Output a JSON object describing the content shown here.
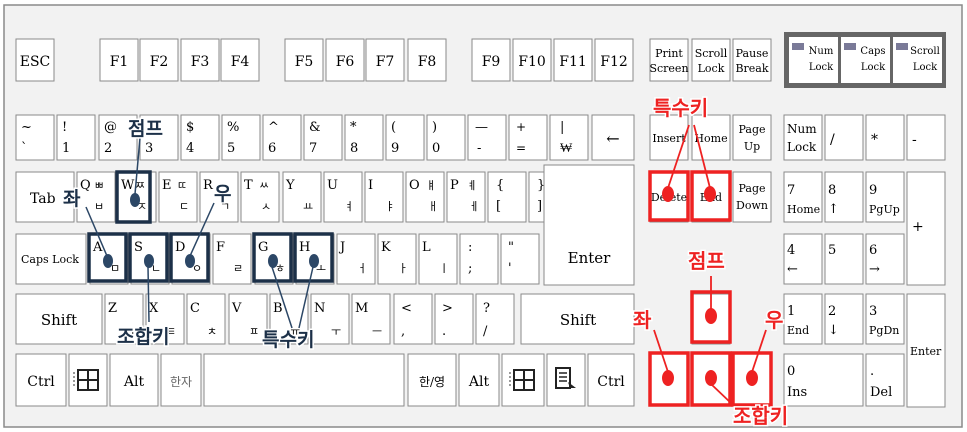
{
  "keys": {
    "esc": "ESC",
    "f1": "F1",
    "f2": "F2",
    "f3": "F3",
    "f4": "F4",
    "f5": "F5",
    "f6": "F6",
    "f7": "F7",
    "f8": "F8",
    "f9": "F9",
    "f10": "F10",
    "f11": "F11",
    "f12": "F12",
    "print_1": "Print",
    "print_2": "Screen",
    "scroll_1": "Scroll",
    "scroll_2": "Lock",
    "pause_1": "Pause",
    "pause_2": "Break",
    "tilde_top": "~",
    "tilde_bot": "`",
    "n1_top": "!",
    "n1_bot": "1",
    "n2_top": "@",
    "n2_bot": "2",
    "n3_bot": "3",
    "n4_top": "$",
    "n4_bot": "4",
    "n5_top": "%",
    "n5_bot": "5",
    "n6_top": "^",
    "n6_bot": "6",
    "n7_top": "&",
    "n7_bot": "7",
    "n8_top": "*",
    "n8_bot": "8",
    "n9_top": "(",
    "n9_bot": "9",
    "n0_top": ")",
    "n0_bot": "0",
    "minus_top": "—",
    "minus_bot": "-",
    "plus_top": "+",
    "plus_bot": "=",
    "pipe_top": "|",
    "pipe_bot": "₩",
    "backspace": "←",
    "insert": "Insert",
    "home": "Home",
    "pgup_1": "Page",
    "pgup_2": "Up",
    "numlock_1": "Num",
    "numlock_2": "Lock",
    "np_slash": "/",
    "np_star": "*",
    "np_minus": "-",
    "tab": "Tab",
    "q": "Q",
    "q_ko": "ㅂ",
    "q_ko2": "ㅃ",
    "w": "W",
    "w_ko": "ㅈ",
    "w_ko2": "ㅉ",
    "e": "E",
    "e_ko": "ㄷ",
    "e_ko2": "ㄸ",
    "r": "R",
    "r_ko": "ㄱ",
    "t": "T",
    "t_ko": "ㅅ",
    "t_ko2": "ㅆ",
    "y": "Y",
    "y_ko": "ㅛ",
    "u": "U",
    "u_ko": "ㅕ",
    "i": "I",
    "i_ko": "ㅑ",
    "o": "O",
    "o_ko": "ㅐ",
    "o_ko2": "ㅒ",
    "p": "P",
    "p_ko": "ㅔ",
    "p_ko2": "ㅖ",
    "lbrace": "{",
    "lbracket": "[",
    "rbrace": "}",
    "rbracket": "]",
    "delete": "Delete",
    "end": "End",
    "pgdn_1": "Page",
    "pgdn_2": "Down",
    "np7": "7",
    "np7_sub": "Home",
    "np8": "8",
    "np8_sub": "↑",
    "np9": "9",
    "np9_sub": "PgUp",
    "np_plus": "+",
    "capslock": "Caps Lock",
    "a": "A",
    "a_ko": "ㅁ",
    "s": "S",
    "s_ko": "ㄴ",
    "d": "D",
    "d_ko": "ㅇ",
    "f": "F",
    "f_ko": "ㄹ",
    "g": "G",
    "g_ko": "ㅎ",
    "h": "H",
    "h_ko": "ㅗ",
    "j": "J",
    "j_ko": "ㅓ",
    "k": "K",
    "k_ko": "ㅏ",
    "l": "L",
    "l_ko": "ㅣ",
    "colon": ":",
    "semicolon": ";",
    "quote_top": "\"",
    "quote_bot": "'",
    "enter": "Enter",
    "np4": "4",
    "np4_sub": "←",
    "np5": "5",
    "np6": "6",
    "np6_sub": "→",
    "lshift": "Shift",
    "z": "Z",
    "z_ko": "ㅋ",
    "x": "X",
    "x_ko": "ㅌ",
    "c": "C",
    "c_ko": "ㅊ",
    "v": "V",
    "v_ko": "ㅍ",
    "b": "B",
    "b_ko": "ㅠ",
    "n": "N",
    "n_ko": "ㅜ",
    "m": "M",
    "m_ko": "ㅡ",
    "lt": "<",
    "comma": ",",
    "gt": ">",
    "period": ".",
    "question": "?",
    "slash": "/",
    "rshift": "Shift",
    "np1": "1",
    "np1_sub": "End",
    "np2": "2",
    "np2_sub": "↓",
    "np3": "3",
    "np3_sub": "PgDn",
    "np_enter": "Enter",
    "lctrl": "Ctrl",
    "lalt": "Alt",
    "hanja": "한자",
    "hanyeong": "한/영",
    "ralt": "Alt",
    "rctrl": "Ctrl",
    "np0": "0",
    "np0_sub": "Ins",
    "np_dot": ".",
    "np_dot_sub": "Del"
  },
  "leds": {
    "num_1": "Num",
    "num_2": "Lock",
    "caps_1": "Caps",
    "caps_2": "Lock",
    "scroll_1": "Scroll",
    "scroll_2": "Lock"
  },
  "annotations": {
    "left_jump": "점프",
    "left_left": "좌",
    "left_right": "우",
    "left_combo": "조합키",
    "left_special": "특수키",
    "right_special": "특수키",
    "right_jump": "점프",
    "right_left": "좌",
    "right_right": "우",
    "right_combo": "조합키"
  },
  "colors": {
    "navy": "#1c3048",
    "red": "#ee2222",
    "key_border": "#8a8a8a",
    "led_panel": "#666666",
    "led_light": "#7a7a98"
  }
}
